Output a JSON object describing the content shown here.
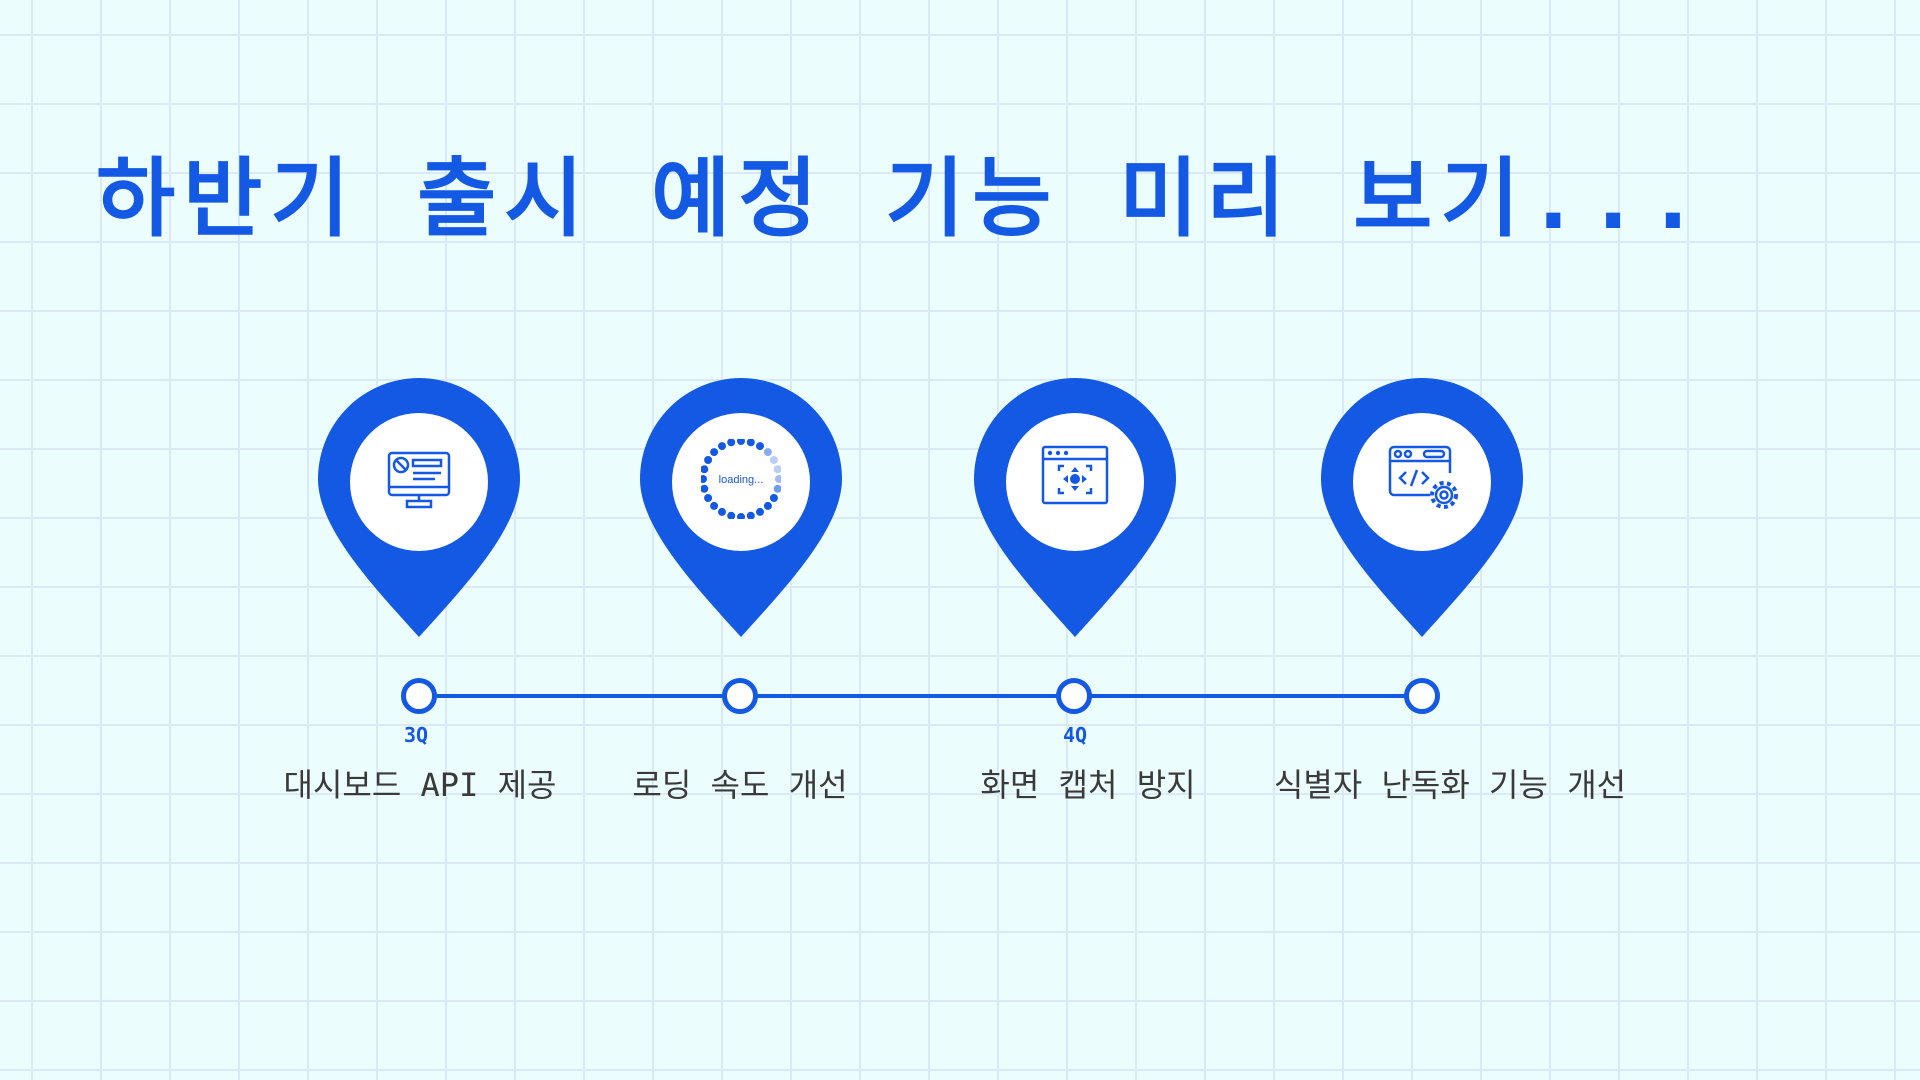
{
  "title": "하반기 출시 예정 기능 미리 보기...",
  "accent_color": "#1459e4",
  "background_color": "#ecfdfd",
  "milestones": [
    {
      "label": "대시보드 API 제공",
      "quarter": "3Q",
      "icon": "dashboard-monitor-icon"
    },
    {
      "label": "로딩 속도 개선",
      "quarter": "",
      "icon": "loading-spinner-icon",
      "icon_text": "loading..."
    },
    {
      "label": "화면 캡처 방지",
      "quarter": "4Q",
      "icon": "screen-capture-icon"
    },
    {
      "label": "식별자 난독화 기능 개선",
      "quarter": "",
      "icon": "code-settings-icon"
    }
  ]
}
